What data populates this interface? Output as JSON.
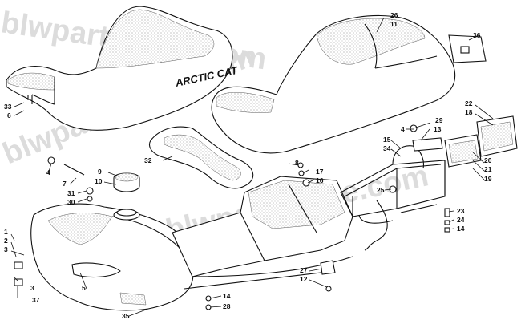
{
  "diagram": {
    "watermark_text": "blwpartsfiche.com",
    "brand_label": "ARCTIC CAT",
    "callouts": {
      "c1": "1",
      "c2": "2",
      "c3": "3",
      "c4": "4",
      "c4b": "4",
      "c5": "5",
      "c6": "6",
      "c7": "7",
      "c8": "8",
      "c9": "9",
      "c10": "10",
      "c11": "11",
      "c12": "12",
      "c13": "13",
      "c14": "14",
      "c14b": "14",
      "c15": "15",
      "c16": "16",
      "c17": "17",
      "c18": "18",
      "c19": "19",
      "c20": "20",
      "c21": "21",
      "c22": "22",
      "c23": "23",
      "c24": "24",
      "c25": "25",
      "c26": "26",
      "c27": "27",
      "c28": "28",
      "c29": "29",
      "c30": "30",
      "c31": "31",
      "c32": "32",
      "c33": "33",
      "c34": "34",
      "c35": "35",
      "c36": "36",
      "c37": "37"
    }
  }
}
